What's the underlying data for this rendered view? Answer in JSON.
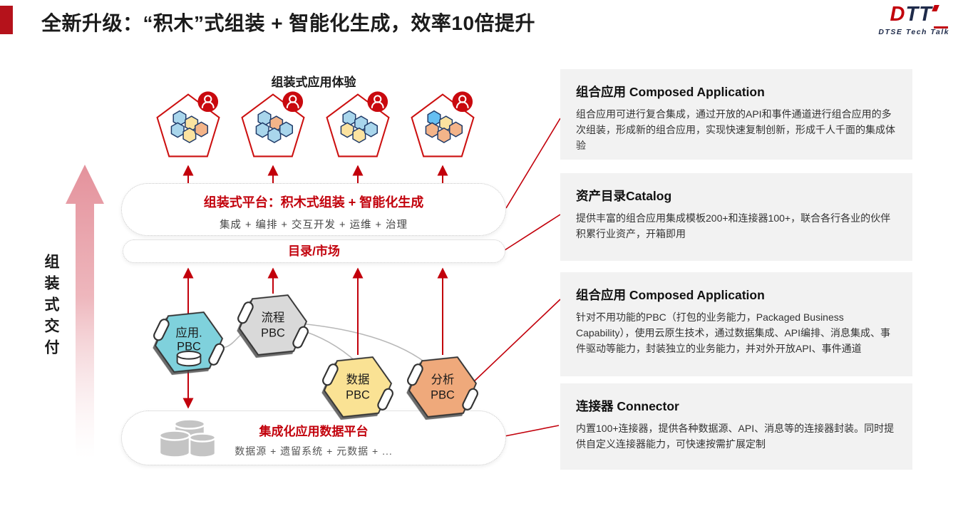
{
  "slide": {
    "title": "全新升级：“积木”式组装 + 智能化生成，效率10倍提升"
  },
  "logo": {
    "d": "D",
    "tt": "TT",
    "caption": "DTSE Tech Talk"
  },
  "left_rail": {
    "label": "组装式交付"
  },
  "diagram": {
    "experience_label": "组装式应用体验",
    "platform_box": {
      "title": "组装式平台：积木式组装 + 智能化生成",
      "subtitle": "集成 + 编排 + 交互开发 + 运维 + 治理"
    },
    "catalog_box": {
      "title": "目录/市场"
    },
    "data_platform_box": {
      "title": "集成化应用数据平台",
      "subtitle": "数据源 + 遗留系统 + 元数据 + ..."
    },
    "pbc_nodes": [
      {
        "line1": "应用.",
        "line2": "PBC",
        "fill": "#7FD1DC"
      },
      {
        "line1": "流程",
        "line2": "PBC",
        "fill": "#D9D9D9"
      },
      {
        "line1": "数据",
        "line2": "PBC",
        "fill": "#FAE294"
      },
      {
        "line1": "分析",
        "line2": "PBC",
        "fill": "#EFA97B"
      }
    ],
    "pentagons": [
      {
        "hexes": [
          "#A9D6EC",
          "#FBE3A0",
          "#A9D6EC",
          "#FBE3A0",
          "#F4B489"
        ]
      },
      {
        "hexes": [
          "#A9D6EC",
          "#F4B489",
          "#A9D6EC",
          "#A9D6EC",
          "#A9D6EC"
        ]
      },
      {
        "hexes": [
          "#A9D6EC",
          "#A9D6EC",
          "#FBE3A0",
          "#FBE3A0",
          "#A9D6EC"
        ]
      },
      {
        "hexes": [
          "#66BFF2",
          "#FBE3A0",
          "#F4B489",
          "#F4B489",
          "#F4B489"
        ]
      }
    ]
  },
  "panels": [
    {
      "title": "组合应用 Composed Application",
      "body": "组合应用可进行复合集成，通过开放的API和事件通道进行组合应用的多次组装，形成新的组合应用，实现快速复制创新，形成千人千面的集成体验"
    },
    {
      "title": "资产目录Catalog",
      "body": "提供丰富的组合应用集成模板200+和连接器100+，联合各行各业的伙伴积累行业资产，开箱即用"
    },
    {
      "title": "组合应用 Composed Application",
      "body": "针对不用功能的PBC（打包的业务能力，Packaged Business Capability），使用云原生技术，通过数据集成、API编排、消息集成、事件驱动等能力，封装独立的业务能力，并对外开放API、事件通道"
    },
    {
      "title": "连接器 Connector",
      "body": "内置100+连接器，提供各种数据源、API、消息等的连接器封装。同时提供自定义连接器能力，可快速按需扩展定制"
    }
  ],
  "colors": {
    "accent_red": "#C2000B",
    "deep_red": "#B5121B",
    "panel_bg": "#F2F2F2",
    "navy": "#1F2B4A",
    "arrow_pink": "#E4929C"
  }
}
